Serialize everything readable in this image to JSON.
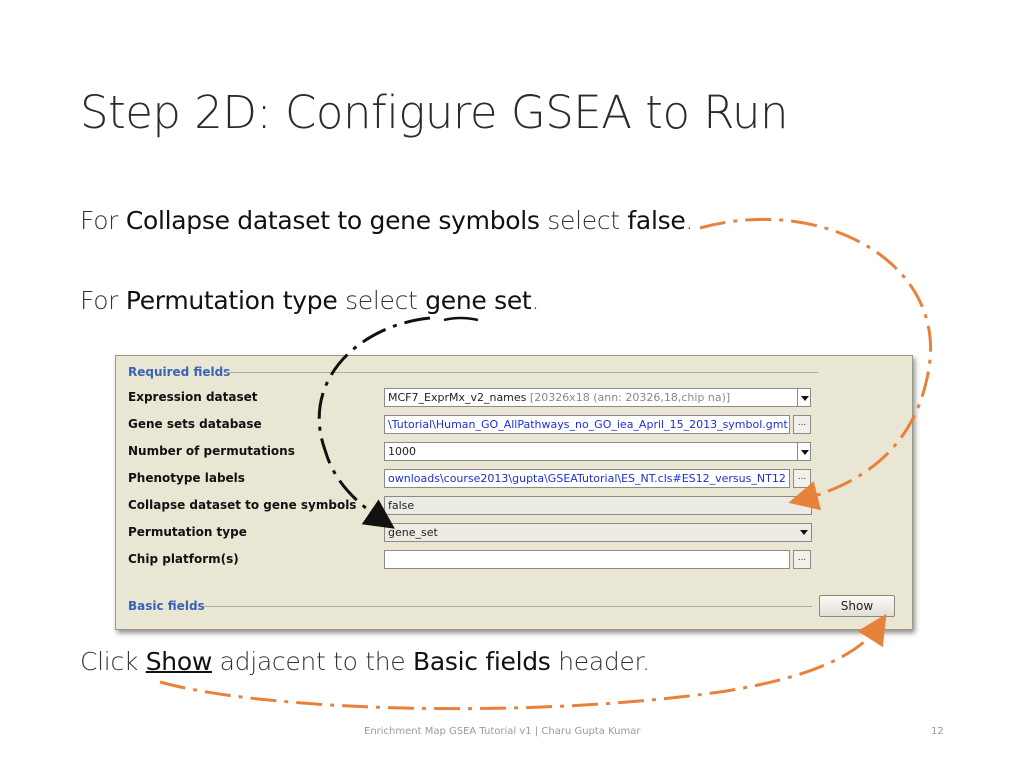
{
  "slide": {
    "title": "Step 2D: Configure GSEA to Run",
    "line1": {
      "a": "For ",
      "b": "Collapse dataset to gene symbols",
      "c": " select ",
      "d": "false",
      "e": "."
    },
    "line2": {
      "a": "For ",
      "b": "Permutation type",
      "c": " select ",
      "d": "gene set",
      "e": "."
    },
    "line3": {
      "a": "Click ",
      "b": "Show",
      "c": " adjacent to the ",
      "d": "Basic fields",
      "e": " header."
    },
    "footer": "Enrichment Map GSEA Tutorial v1 | Charu Gupta Kumar",
    "page_number": "12"
  },
  "panel": {
    "required_header": "Required fields",
    "basic_header": "Basic fields",
    "show_button": "Show",
    "fields": [
      {
        "label": "Expression dataset",
        "value": "MCF7_ExprMx_v2_names",
        "extra": " [20326x18 (ann: 20326,18,chip na)]"
      },
      {
        "label": "Gene sets database",
        "value": "\\Tutorial\\Human_GO_AllPathways_no_GO_iea_April_15_2013_symbol.gmt"
      },
      {
        "label": "Number of permutations",
        "value": "1000"
      },
      {
        "label": "Phenotype labels",
        "value": "ownloads\\course2013\\gupta\\GSEATutorial\\ES_NT.cls#ES12_versus_NT12"
      },
      {
        "label": "Collapse dataset to gene symbols",
        "value": "false"
      },
      {
        "label": "Permutation type",
        "value": "gene_set"
      },
      {
        "label": "Chip platform(s)",
        "value": ""
      }
    ]
  },
  "colors": {
    "arrow": "#e8823a",
    "header_blue": "#3a63b5",
    "panel_bg": "#e9e6d4"
  }
}
